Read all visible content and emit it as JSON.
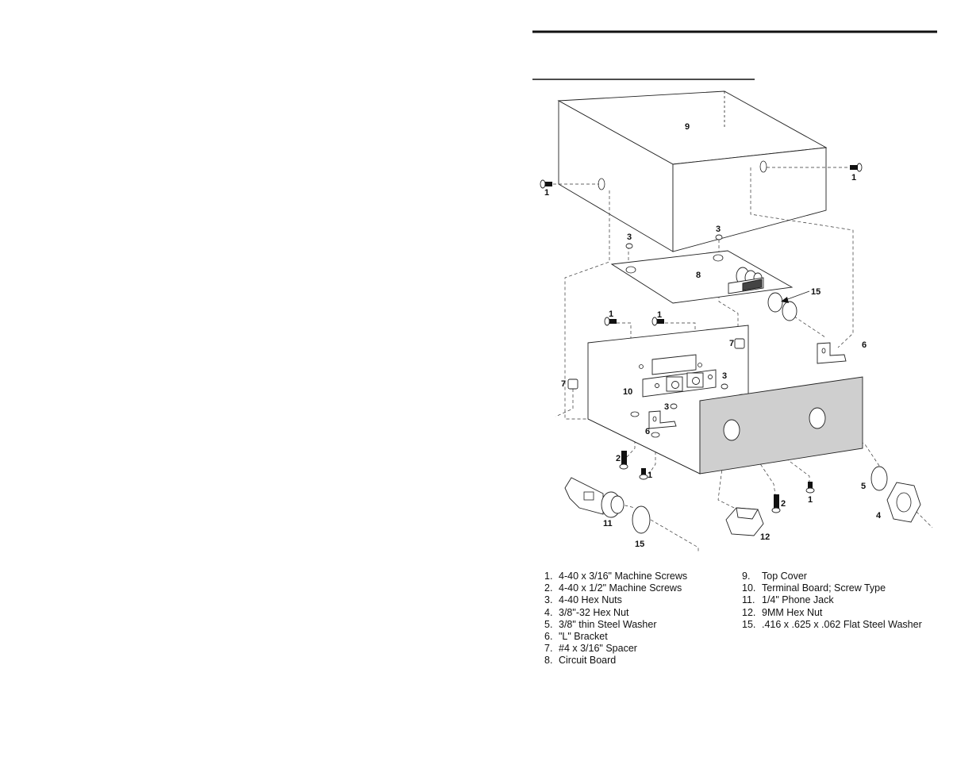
{
  "callouts": {
    "c1a": "1",
    "c1b": "1",
    "c1c": "1",
    "c1d": "1",
    "c1e": "1",
    "c1f": "1",
    "c2a": "2",
    "c2b": "2",
    "c3a": "3",
    "c3b": "3",
    "c3c": "3",
    "c3d": "3",
    "c4": "4",
    "c5": "5",
    "c6a": "6",
    "c6b": "6",
    "c7a": "7",
    "c7b": "7",
    "c8": "8",
    "c9": "9",
    "c10": "10",
    "c11": "11",
    "c12": "12",
    "c15a": "15",
    "c15b": "15"
  },
  "legend_left": [
    {
      "num": "1.",
      "text": "4-40 x 3/16\" Machine Screws"
    },
    {
      "num": "2.",
      "text": "4-40 x 1/2\" Machine Screws"
    },
    {
      "num": "3.",
      "text": "4-40 Hex Nuts"
    },
    {
      "num": "4.",
      "text": "3/8\"-32 Hex Nut"
    },
    {
      "num": "5.",
      "text": "3/8\" thin Steel Washer"
    },
    {
      "num": "6.",
      "text": "\"L\" Bracket"
    },
    {
      "num": "7.",
      "text": "#4 x 3/16\" Spacer"
    },
    {
      "num": "8.",
      "text": "Circuit Board"
    }
  ],
  "legend_right": [
    {
      "num": "9.",
      "text": "Top Cover"
    },
    {
      "num": "10.",
      "text": "Terminal Board; Screw Type"
    },
    {
      "num": "11.",
      "text": "1/4\" Phone Jack"
    },
    {
      "num": "12.",
      "text": "9MM Hex Nut"
    },
    {
      "num": "15.",
      "text": ".416 x .625 x .062 Flat Steel Washer"
    }
  ],
  "colors": {
    "front_panel": "#cfcfcf",
    "line": "#222222"
  }
}
